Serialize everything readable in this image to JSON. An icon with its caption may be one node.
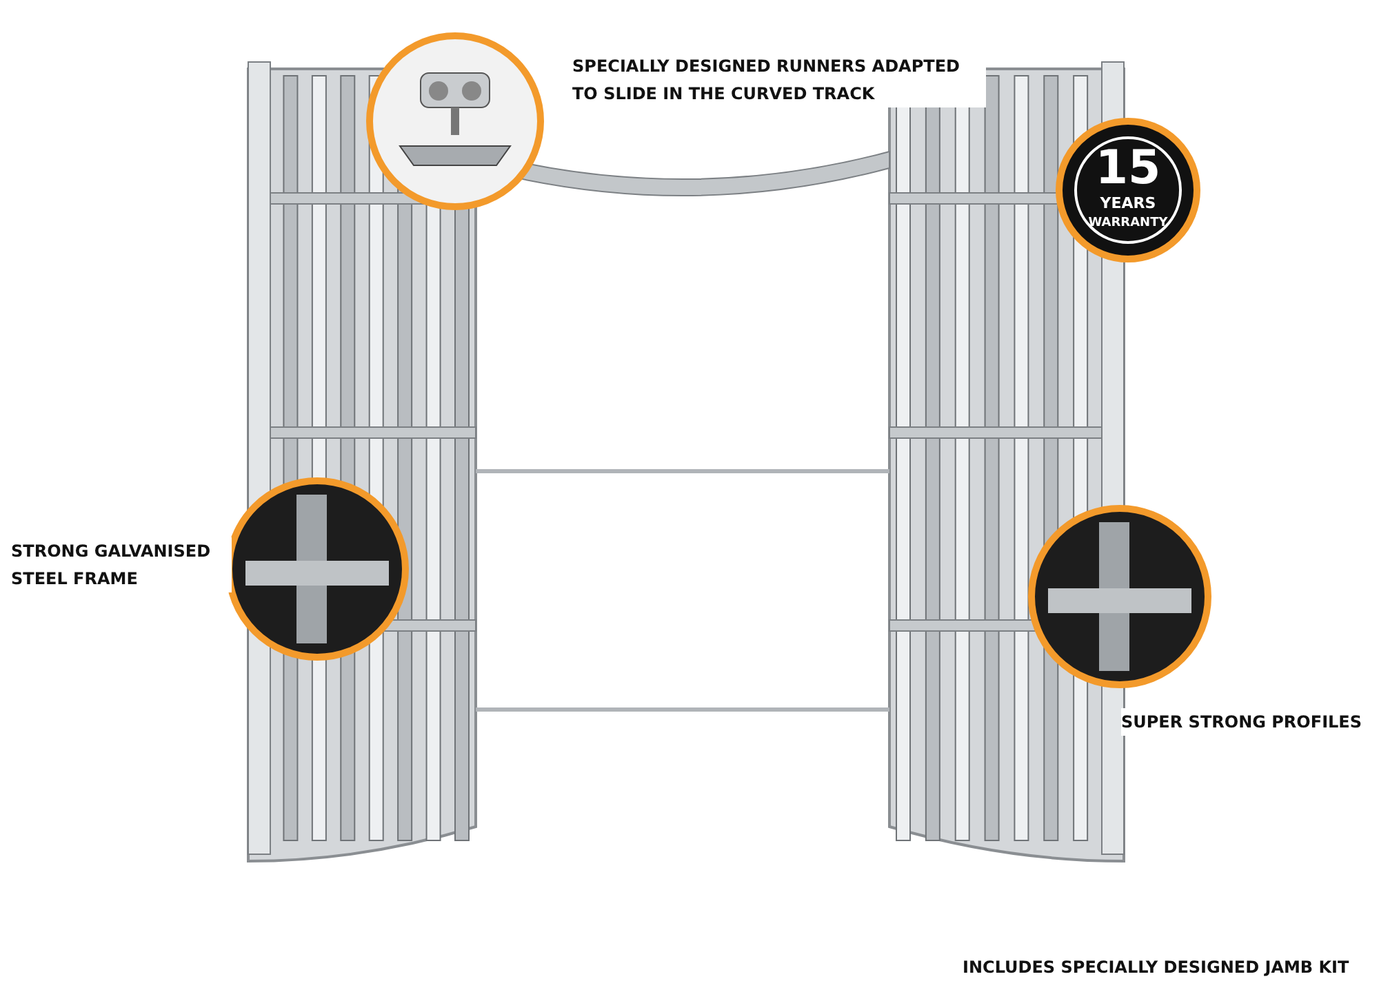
{
  "diagram": {
    "labels": [
      "SPECIALLY DESIGNED RUNNERS ADAPTED TO SLIDE IN THE CURVED TRACK",
      "15",
      "YEARS",
      "WARRANTY",
      "STRONG GALVANISED STEEL FRAME",
      "SUPER STRONG PROFILES",
      "INCLUDES SPECIALLY DESIGNED JAMB KIT"
    ]
  }
}
